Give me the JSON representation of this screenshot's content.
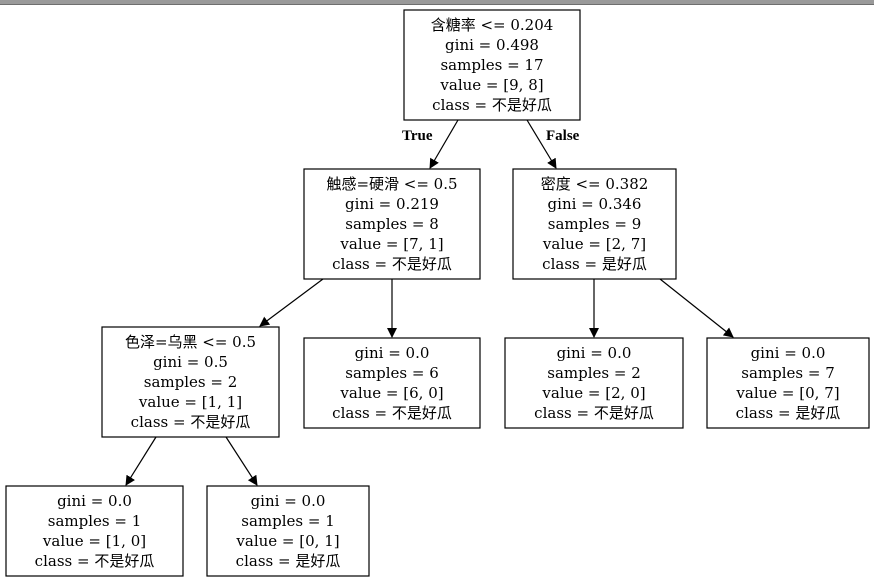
{
  "tree": {
    "nodes": [
      {
        "id": "n0",
        "lines": [
          "含糖率 <= 0.204",
          "gini = 0.498",
          "samples = 17",
          "value = [9, 8]",
          "class = 不是好瓜"
        ]
      },
      {
        "id": "n1",
        "lines": [
          "触感=硬滑 <= 0.5",
          "gini = 0.219",
          "samples = 8",
          "value = [7, 1]",
          "class = 不是好瓜"
        ]
      },
      {
        "id": "n2",
        "lines": [
          "密度 <= 0.382",
          "gini = 0.346",
          "samples = 9",
          "value = [2, 7]",
          "class = 是好瓜"
        ]
      },
      {
        "id": "n3",
        "lines": [
          "色泽=乌黑 <= 0.5",
          "gini = 0.5",
          "samples = 2",
          "value = [1, 1]",
          "class = 不是好瓜"
        ]
      },
      {
        "id": "n4",
        "lines": [
          "gini = 0.0",
          "samples = 6",
          "value = [6, 0]",
          "class = 不是好瓜"
        ]
      },
      {
        "id": "n5",
        "lines": [
          "gini = 0.0",
          "samples = 2",
          "value = [2, 0]",
          "class = 不是好瓜"
        ]
      },
      {
        "id": "n6",
        "lines": [
          "gini = 0.0",
          "samples = 7",
          "value = [0, 7]",
          "class = 是好瓜"
        ]
      },
      {
        "id": "n7",
        "lines": [
          "gini = 0.0",
          "samples = 1",
          "value = [1, 0]",
          "class = 不是好瓜"
        ]
      },
      {
        "id": "n8",
        "lines": [
          "gini = 0.0",
          "samples = 1",
          "value = [0, 1]",
          "class = 是好瓜"
        ]
      }
    ],
    "edges": [
      {
        "from": "n0",
        "to": "n1",
        "label": "True"
      },
      {
        "from": "n0",
        "to": "n2",
        "label": "False"
      },
      {
        "from": "n1",
        "to": "n3",
        "label": ""
      },
      {
        "from": "n1",
        "to": "n4",
        "label": ""
      },
      {
        "from": "n2",
        "to": "n5",
        "label": ""
      },
      {
        "from": "n2",
        "to": "n6",
        "label": ""
      },
      {
        "from": "n3",
        "to": "n7",
        "label": ""
      },
      {
        "from": "n3",
        "to": "n8",
        "label": ""
      }
    ]
  }
}
